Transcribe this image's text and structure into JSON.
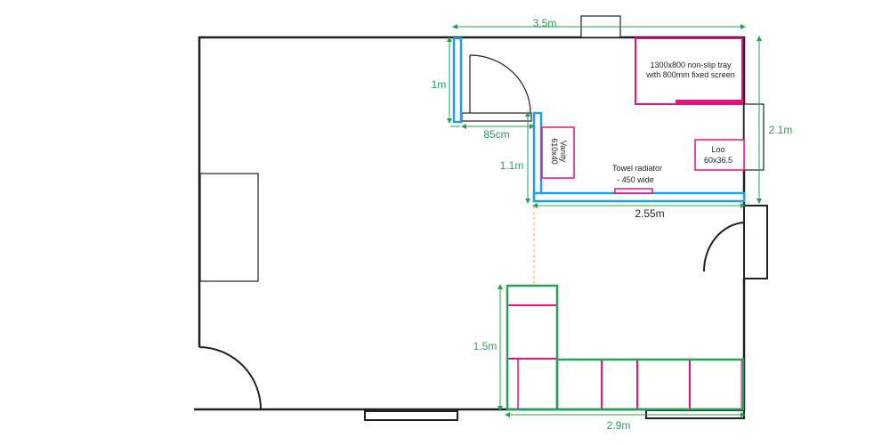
{
  "dimensions": {
    "bathroom_width": "3.5m",
    "bathroom_depth": "2.1m",
    "partition_1": "1m",
    "door_width": "85cm",
    "partition_2": "1.1m",
    "bathroom_inner_width": "2.55m",
    "units_depth": "1.5m",
    "units_width": "2.9m"
  },
  "fixtures": {
    "shower_line1": "1300x800 non-slip tray",
    "shower_line2": "with 800mm fixed screen",
    "vanity_line1": "Vanity",
    "vanity_line2": "610x40",
    "loo_line1": "Loo",
    "loo_line2": "60x36.5",
    "radiator_line1": "Towel radiator",
    "radiator_line2": "- 450 wide"
  },
  "colors": {
    "wall": "#231f20",
    "partition": "#1ea0e6",
    "fixture": "#e6117f",
    "dimension": "#27a055"
  }
}
